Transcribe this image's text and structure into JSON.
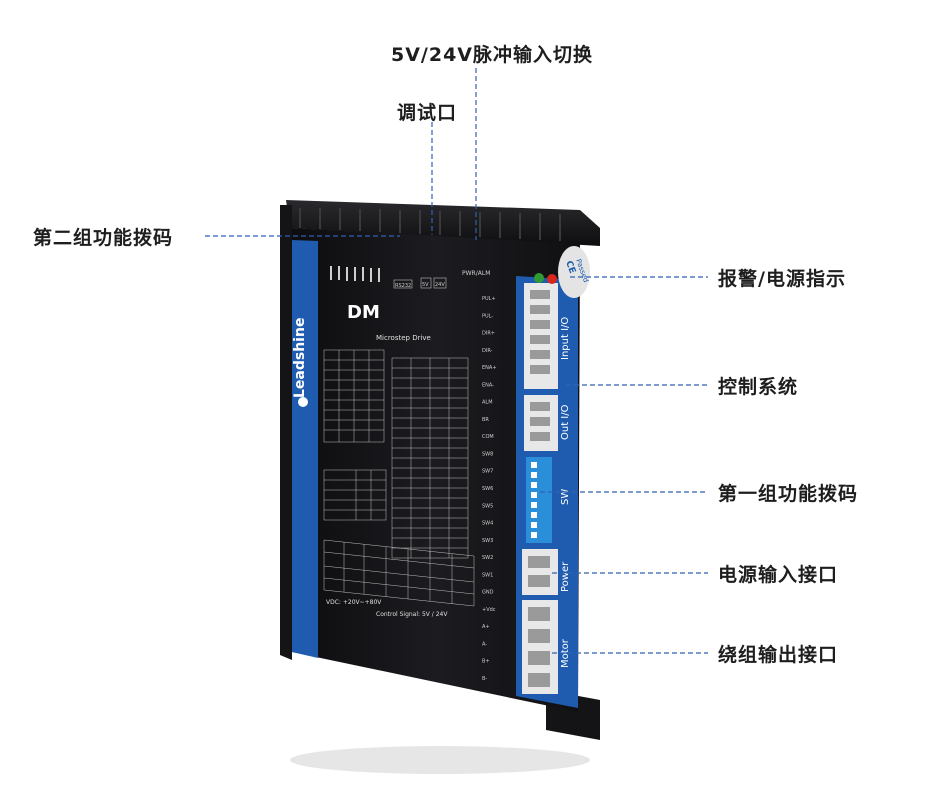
{
  "callouts": {
    "pulse_switch": "5V/24V脉冲输入切换",
    "debug_port": "调试口",
    "dip_group2": "第二组功能拨码",
    "alarm_led": "报警/电源指示",
    "control_system": "控制系统",
    "dip_group1": "第一组功能拨码",
    "power_input": "电源输入接口",
    "winding_output": "绕组输出接口"
  },
  "device": {
    "model": "DM",
    "subtitle": "Microstep Drive",
    "brand": "Leadshine",
    "pwr_alm": "PWR/ALM",
    "rs232": "RS232",
    "v5": "5V",
    "v24": "24V",
    "ce": "CE",
    "passed": "Passed",
    "vdc": "VDC: +20V~+80V",
    "control_signal": "Control Signal: 5V / 24V",
    "port_labels": {
      "input": "Input I/O",
      "output": "Out I/O",
      "sw": "SW",
      "power": "Power",
      "motor": "Motor"
    },
    "right_pins": [
      "PUL+",
      "PUL-",
      "DIR+",
      "DIR-",
      "ENA+",
      "ENA-",
      "ALM",
      "BR",
      "COM",
      "SW8",
      "SW7",
      "SW6",
      "SW5",
      "SW4",
      "SW3",
      "SW2",
      "SW1",
      "GND",
      "+Vdc",
      "A+",
      "A-",
      "B+",
      "B-"
    ]
  },
  "colors": {
    "leader": "#2f62b4",
    "body": "#151518",
    "side_blue": "#1f5cb0",
    "connector": "#e8e8e8",
    "led_red": "#d8261c",
    "led_green": "#2f9a32"
  }
}
